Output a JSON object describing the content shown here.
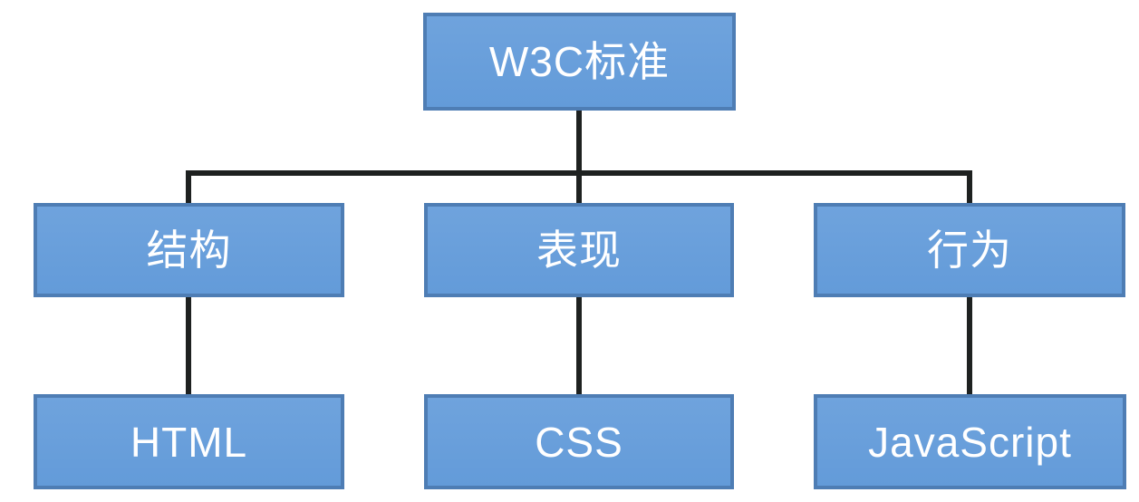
{
  "diagram": {
    "type": "tree",
    "root": {
      "label": "W3C标准"
    },
    "branches": [
      {
        "label": "结构",
        "child_label": "HTML"
      },
      {
        "label": "表现",
        "child_label": "CSS"
      },
      {
        "label": "行为",
        "child_label": "JavaScript"
      }
    ],
    "edges": [
      {
        "from": "W3C标准",
        "to": "结构"
      },
      {
        "from": "W3C标准",
        "to": "表现"
      },
      {
        "from": "W3C标准",
        "to": "行为"
      },
      {
        "from": "结构",
        "to": "HTML"
      },
      {
        "from": "表现",
        "to": "CSS"
      },
      {
        "from": "行为",
        "to": "JavaScript"
      }
    ]
  },
  "colors": {
    "box_fill": "#639BD9",
    "box_fill_light": "#6FA3DD",
    "box_border": "#4E7DB4",
    "connector": "#1E2120",
    "text": "#FFFFFF",
    "background": "#FFFFFF"
  }
}
